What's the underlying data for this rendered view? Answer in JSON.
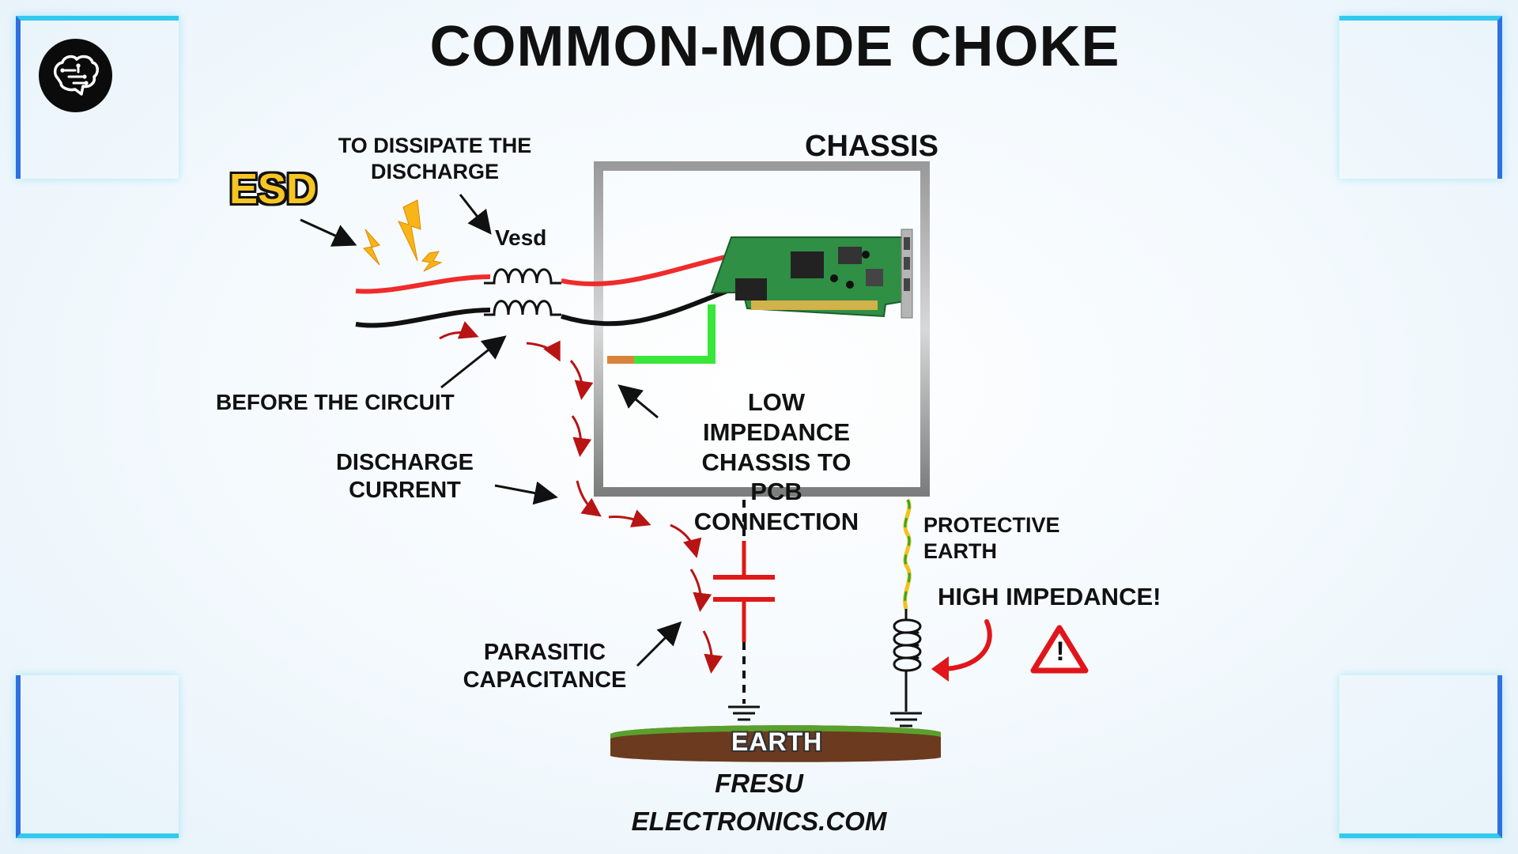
{
  "title": "COMMON-MODE CHOKE",
  "labels": {
    "esd": "ESD",
    "dissipate_line1": "TO DISSIPATE THE",
    "dissipate_line2": "DISCHARGE",
    "vesd": "Vesd",
    "chassis": "CHASSIS",
    "before_circuit": "BEFORE THE CIRCUIT",
    "low_impedance_line1": "LOW IMPEDANCE",
    "low_impedance_line2": "CHASSIS TO PCB",
    "low_impedance_line3": "CONNECTION",
    "discharge_line1": "DISCHARGE",
    "discharge_line2": "CURRENT",
    "protective_line1": "PROTECTIVE",
    "protective_line2": "EARTH",
    "high_impedance": "HIGH IMPEDANCE!",
    "parasitic_line1": "PARASITIC",
    "parasitic_line2": "CAPACITANCE",
    "earth": "EARTH",
    "warning_glyph": "!"
  },
  "footer": {
    "brand_line1": "FRESU",
    "brand_line2": "ELECTRONICS.COM"
  },
  "icons": {
    "logo": "brain-circuit-icon",
    "warning": "warning-triangle-icon",
    "lightning": "lightning-bolt-icon"
  },
  "colors": {
    "accent_cyan": "#33c9ee",
    "accent_blue": "#2f6fe0",
    "esd_yellow": "#f6c523",
    "wire_red": "#ef2b2b",
    "wire_black": "#111111",
    "pcb_ground_green": "#39e639",
    "discharge_arrow": "#b81414",
    "warning_red": "#e0161b",
    "earth_soil": "#6b3a1f",
    "earth_grass": "#5aa02c"
  }
}
